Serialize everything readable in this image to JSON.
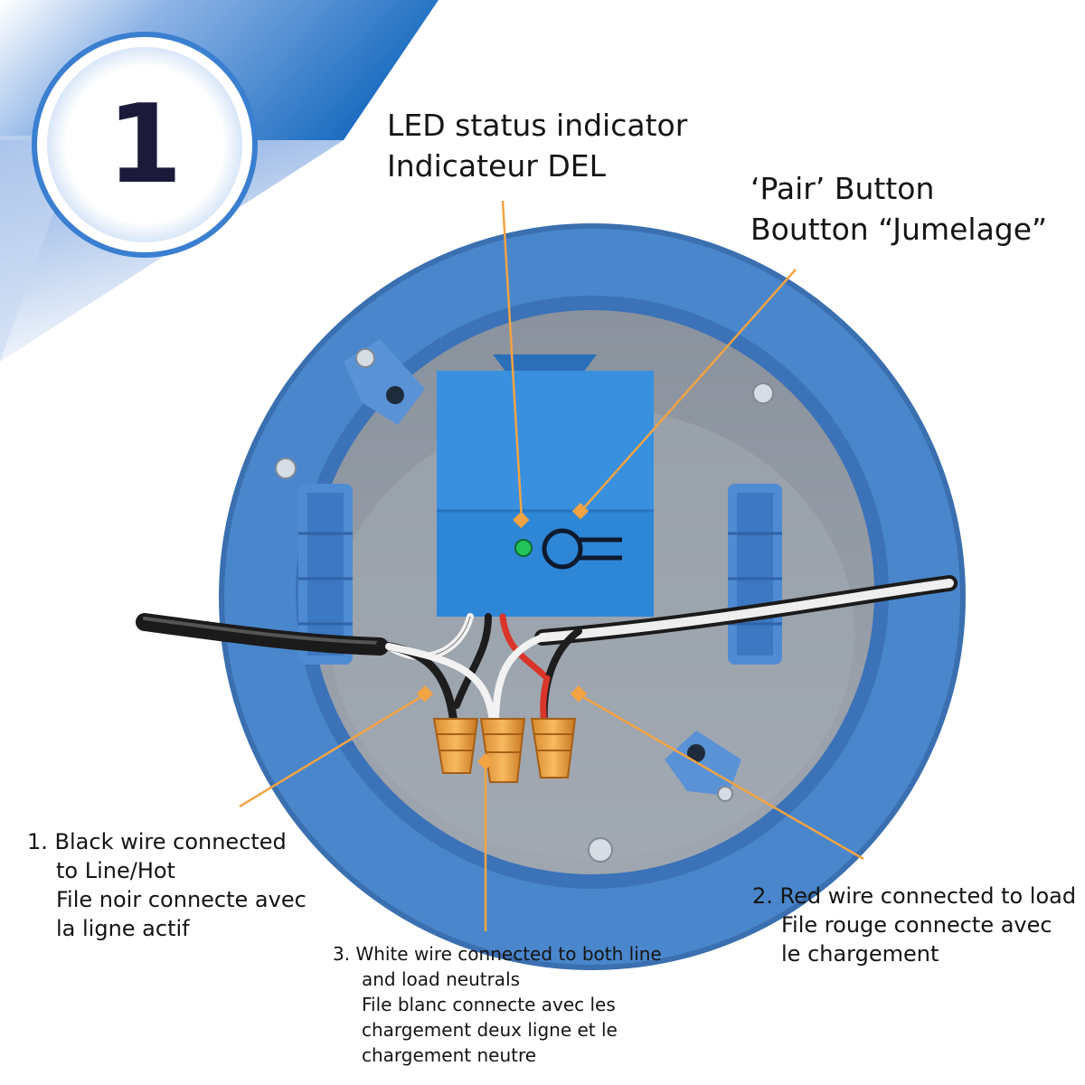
{
  "step": {
    "number": "1"
  },
  "callouts": {
    "led": {
      "line1": "LED status indicator",
      "line2": "Indicateur DEL"
    },
    "pair": {
      "line1": "‘Pair’ Button",
      "line2": "Boutton “Jumelage”"
    },
    "black_wire": {
      "line1": "1. Black wire connected",
      "line2": "to Line/Hot",
      "line3": "File noir connecte avec",
      "line4": "la ligne actif"
    },
    "red_wire": {
      "line1": "2. Red wire connected to load",
      "line2": "File rouge connecte avec",
      "line3": "le chargement"
    },
    "white_wire": {
      "line1": "3. White wire connected to both line",
      "line2": "and load neutrals",
      "line3": "File blanc connecte avec les",
      "line4": "chargement deux ligne et le",
      "line5": "chargement neutre"
    }
  },
  "colors": {
    "brand_blue": "#3a7fd0",
    "box_blue": "#4a86cc",
    "module_blue": "#2e86d6",
    "leader_orange": "#f2a343",
    "led_green": "#22c35a"
  }
}
